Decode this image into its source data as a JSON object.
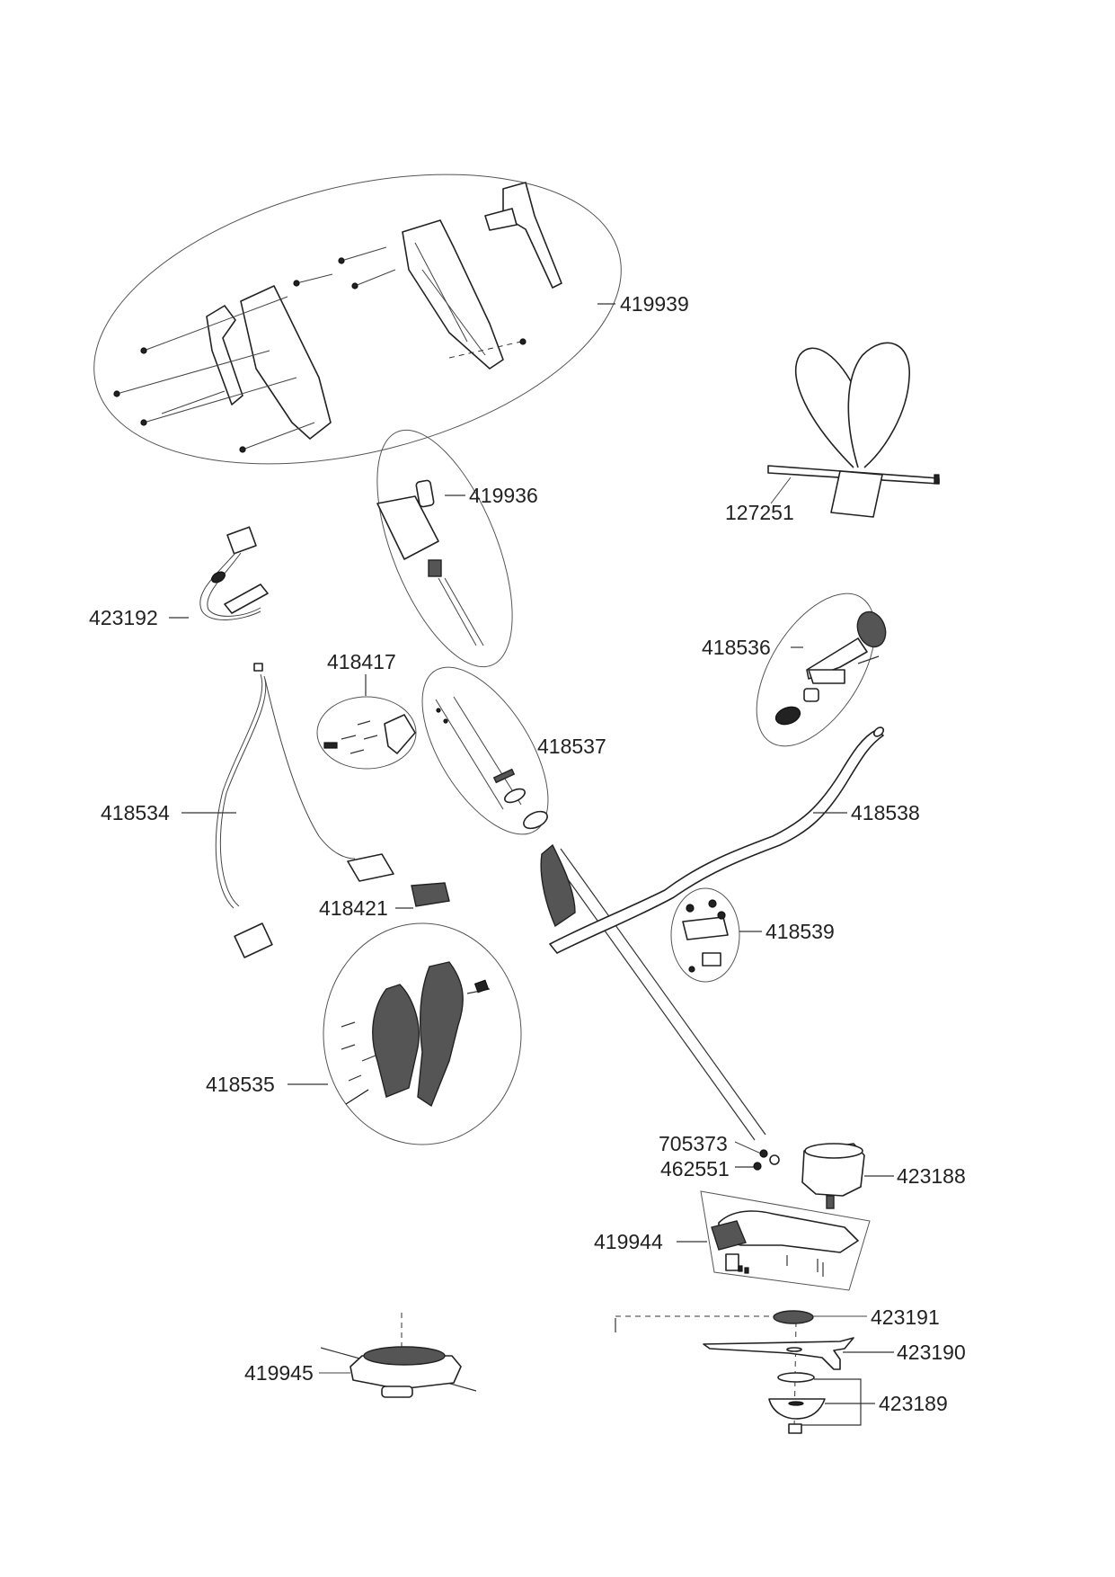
{
  "diagram": {
    "type": "exploded-parts-diagram",
    "subject": "electric brush cutter / grass trimmer",
    "parts": [
      {
        "id": "419939",
        "label": "419939",
        "description": "motor housing shells assembly"
      },
      {
        "id": "419936",
        "label": "419936",
        "description": "switch board assembly"
      },
      {
        "id": "423192",
        "label": "423192",
        "description": "wiring connector harness"
      },
      {
        "id": "127251",
        "label": "127251",
        "description": "shoulder strap"
      },
      {
        "id": "418417",
        "label": "418417",
        "description": "clamp and screw set"
      },
      {
        "id": "418536",
        "label": "418536",
        "description": "handle grip assembly"
      },
      {
        "id": "418537",
        "label": "418537",
        "description": "shaft coupling set"
      },
      {
        "id": "418534",
        "label": "418534",
        "description": "cable with plug"
      },
      {
        "id": "418538",
        "label": "418538",
        "description": "bike handlebar"
      },
      {
        "id": "418421",
        "label": "418421",
        "description": "cable clip"
      },
      {
        "id": "418539",
        "label": "418539",
        "description": "handlebar clamp"
      },
      {
        "id": "418535",
        "label": "418535",
        "description": "trigger handle assembly"
      },
      {
        "id": "705373",
        "label": "705373",
        "description": "screw"
      },
      {
        "id": "462551",
        "label": "462551",
        "description": "nut"
      },
      {
        "id": "423188",
        "label": "423188",
        "description": "gearbox head"
      },
      {
        "id": "419944",
        "label": "419944",
        "description": "guard assembly"
      },
      {
        "id": "423191",
        "label": "423191",
        "description": "upper flange"
      },
      {
        "id": "423190",
        "label": "423190",
        "description": "blade"
      },
      {
        "id": "423189",
        "label": "423189",
        "description": "lower flange, cup and nut set"
      },
      {
        "id": "419945",
        "label": "419945",
        "description": "trimmer head"
      }
    ]
  }
}
